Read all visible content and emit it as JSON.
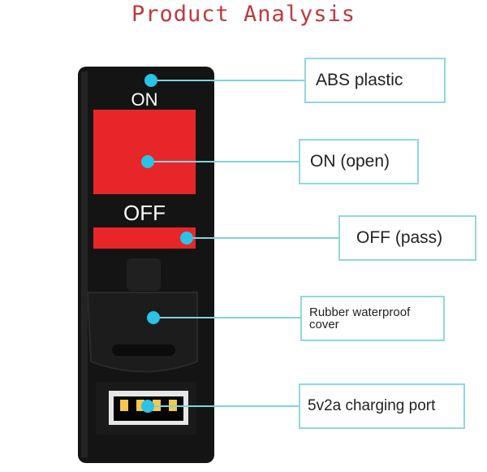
{
  "title": "Product Analysis",
  "device": {
    "on_text": "ON",
    "off_text": "OFF"
  },
  "callouts": [
    {
      "id": "abs",
      "text": "ABS plastic"
    },
    {
      "id": "on",
      "text": "ON (open)"
    },
    {
      "id": "off",
      "text": "OFF (pass)"
    },
    {
      "id": "cover",
      "text": "Rubber waterproof cover"
    },
    {
      "id": "port",
      "text": "5v2a charging port"
    }
  ],
  "colors": {
    "title": "#c0393b",
    "body": "#141414",
    "button_red": "#e8262a",
    "callout_line": "#7fd3dc",
    "dot": "#29c3e6"
  }
}
